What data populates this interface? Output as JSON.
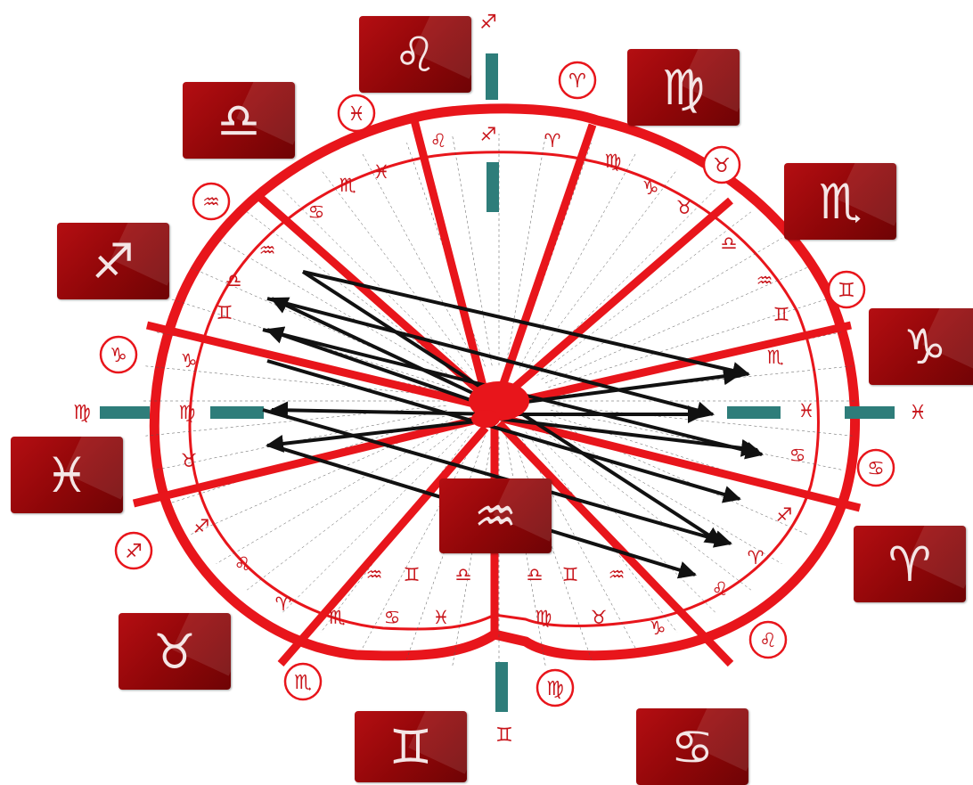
{
  "colors": {
    "red": "#e8151b",
    "dark_red": "#9a0a0c",
    "teal": "#2e7d7a",
    "arrow": "#111111",
    "tile": "#a00c10"
  },
  "outer_tiles": [
    {
      "name": "leo-tile",
      "glyph": "♌"
    },
    {
      "name": "virgo-tile",
      "glyph": "♍"
    },
    {
      "name": "libra-tile",
      "glyph": "♎"
    },
    {
      "name": "scorpio-tile",
      "glyph": "♏"
    },
    {
      "name": "sagittarius-tile",
      "glyph": "♐"
    },
    {
      "name": "capricorn-tile",
      "glyph": "♑"
    },
    {
      "name": "pisces-tile",
      "glyph": "♓"
    },
    {
      "name": "aries-tile",
      "glyph": "♈"
    },
    {
      "name": "taurus-tile",
      "glyph": "♉"
    },
    {
      "name": "gemini-tile",
      "glyph": "♊"
    },
    {
      "name": "cancer-tile",
      "glyph": "♋"
    }
  ],
  "center_tile": {
    "name": "aquarius-tile",
    "glyph": "♒"
  },
  "circled_symbols": [
    "♓",
    "♈",
    "♒",
    "♉",
    "♊",
    "♑",
    "♋",
    "♐",
    "♌",
    "♏",
    "♍"
  ],
  "axis_labels": {
    "top": "♐",
    "left": "♍",
    "right": "♓",
    "bottom": "♊"
  },
  "inner_symbols": {
    "top_sector": [
      "♌",
      "♐",
      "♈"
    ],
    "upper_left": [
      "♏",
      "♓",
      "♋"
    ],
    "left_wedge": [
      "♒",
      "♎",
      "♊"
    ],
    "left_middle": [
      "♑",
      "♍",
      "♉"
    ],
    "lower_left": [
      "♐",
      "♌",
      "♈"
    ],
    "bottom_left": [
      "♒",
      "♊",
      "♎",
      "♏",
      "♋",
      "♓"
    ],
    "bottom_right": [
      "♎",
      "♊",
      "♒",
      "♍",
      "♉",
      "♑"
    ],
    "lower_right": [
      "♐",
      "♈",
      "♌"
    ],
    "right_middle": [
      "♏",
      "♓",
      "♋"
    ],
    "right_wedge": [
      "♎",
      "♒",
      "♊"
    ],
    "upper_right": [
      "♍",
      "♑",
      "♉"
    ]
  }
}
